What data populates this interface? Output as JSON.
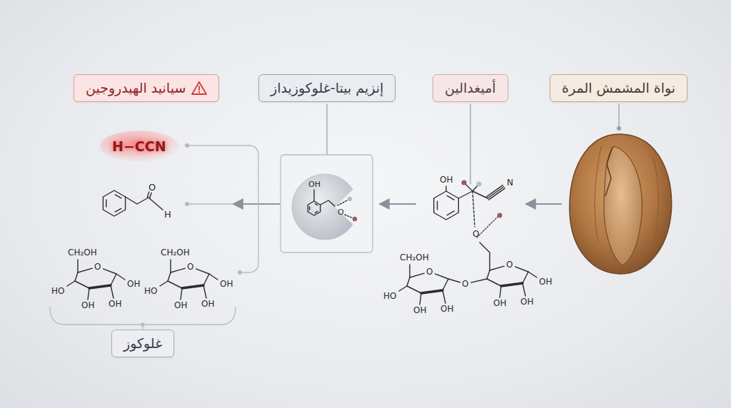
{
  "diagram": {
    "nodes": [
      {
        "text": [
          "نواة المشمش المرة"
        ]
      },
      {
        "text": [
          "أميغدالين"
        ]
      },
      {
        "text": [
          "إنزيم بيتا-غلوكوزيداز"
        ]
      },
      {
        "text": [
          "سيانيد الهيدروجين"
        ]
      },
      {
        "text": [
          "غلوكوز"
        ]
      }
    ],
    "labels": [
      "H−CCN",
      "O",
      "H",
      "CH₂OH",
      "O",
      "HO",
      "OH",
      "OH",
      "OH",
      "CH₂OH",
      "O",
      "HO",
      "OH",
      "OH",
      "OH",
      "OH",
      "O",
      "OH",
      "N",
      "O",
      "CH₂OH",
      "O",
      "HO",
      "OH",
      "OH",
      "O",
      "O",
      "OH",
      "OH",
      "OH"
    ]
  }
}
